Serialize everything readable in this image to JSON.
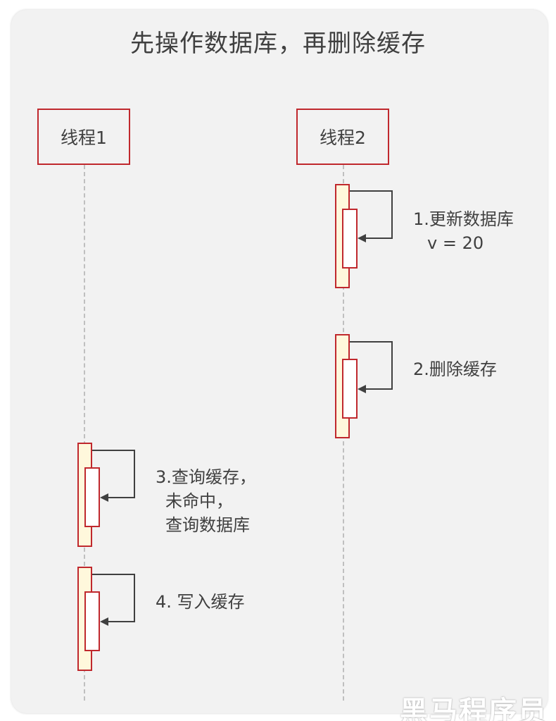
{
  "title": "先操作数据库，再删除缓存",
  "actors": [
    {
      "label": "线程1"
    },
    {
      "label": "线程2"
    }
  ],
  "steps": [
    {
      "thread": "线程2",
      "lines": [
        "1.更新数据库",
        "v = 20"
      ]
    },
    {
      "thread": "线程2",
      "lines": [
        "2.删除缓存"
      ]
    },
    {
      "thread": "线程1",
      "lines": [
        "3.查询缓存，",
        "未命中，",
        "查询数据库"
      ]
    },
    {
      "thread": "线程1",
      "lines": [
        "4. 写入缓存"
      ]
    }
  ],
  "watermark": "黑马程序员",
  "colors": {
    "border": "#c0282d",
    "activation_fill": "#fff8dc",
    "text": "#404040",
    "lifeline": "#bfbfbf",
    "arrow": "#404040"
  }
}
